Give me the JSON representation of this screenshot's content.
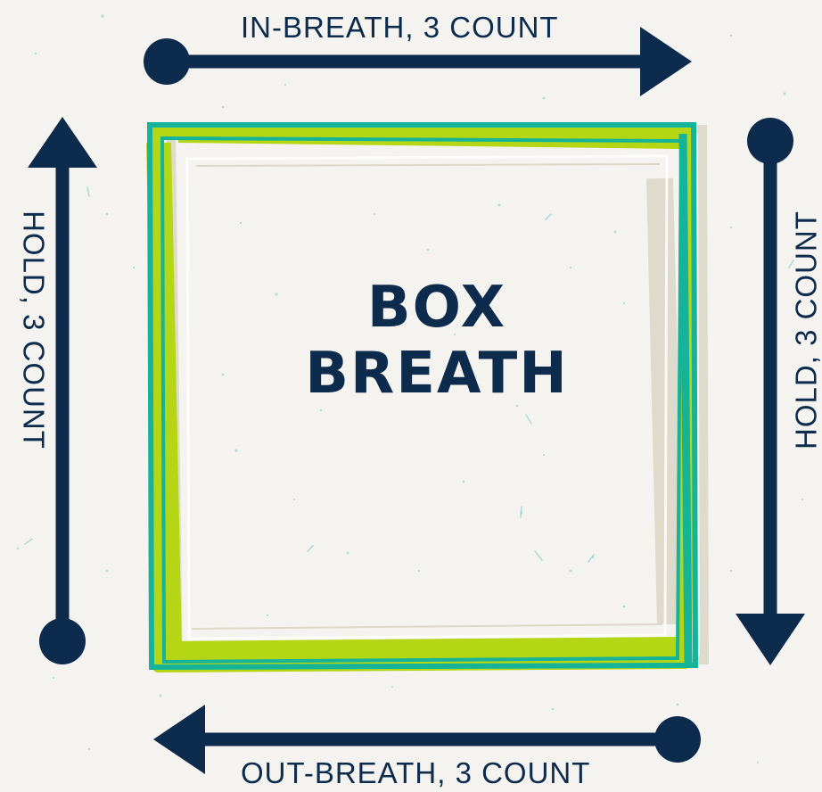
{
  "title": {
    "line1": "BOX",
    "line2": "BREATH"
  },
  "steps": {
    "top": "IN-BREATH, 3 COUNT",
    "right": "HOLD, 3 COUNT",
    "bottom": "OUT-BREATH, 3 COUNT",
    "left": "HOLD, 3 COUNT"
  },
  "colors": {
    "background": "#f4f3f0",
    "navy": "#0d2b4d",
    "lime": "#b5d614",
    "teal": "#14b39a",
    "beige": "#dcd8c9"
  },
  "icons": {
    "top": "arrow-right-icon",
    "right": "arrow-down-icon",
    "bottom": "arrow-left-icon",
    "left": "arrow-up-icon"
  }
}
